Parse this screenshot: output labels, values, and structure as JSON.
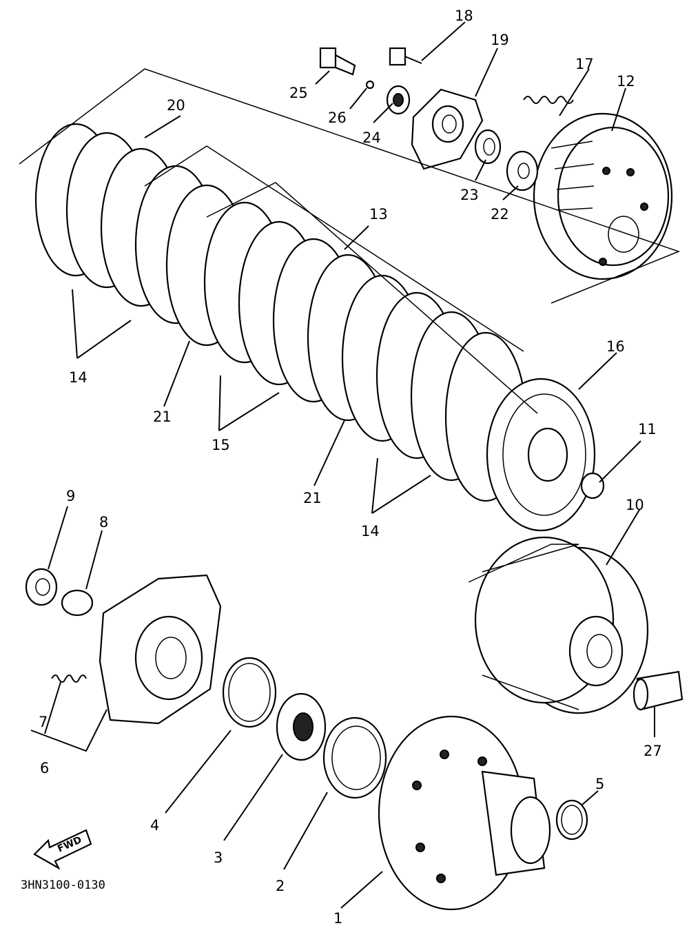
{
  "callouts": {
    "c1": "1",
    "c2": "2",
    "c3": "3",
    "c4": "4",
    "c5": "5",
    "c6": "6",
    "c7": "7",
    "c8": "8",
    "c9": "9",
    "c10": "10",
    "c11": "11",
    "c12": "12",
    "c13": "13",
    "c14a": "14",
    "c14b": "14",
    "c15": "15",
    "c16": "16",
    "c17": "17",
    "c18": "18",
    "c19": "19",
    "c20": "20",
    "c21a": "21",
    "c21b": "21",
    "c22": "22",
    "c23": "23",
    "c24": "24",
    "c25": "25",
    "c26": "26",
    "c27": "27"
  },
  "fwd_arrow": {
    "text": "FWD"
  },
  "diagram_code": "3HN3100-0130",
  "icons": {
    "fwd": "fwd-arrow-icon"
  }
}
